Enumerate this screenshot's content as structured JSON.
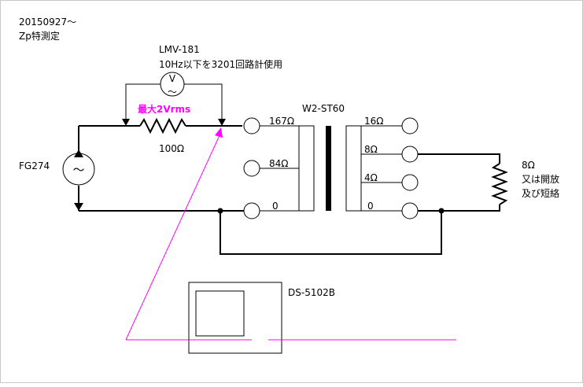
{
  "header": {
    "date": "20150927～",
    "title": "Zp特測定"
  },
  "meter": {
    "name": "LMV-181",
    "note": "10Hz以下を3201回路計使用",
    "symbol": "V",
    "wave": "～"
  },
  "resistor": {
    "value": "100Ω",
    "max_label": "最大2Vrms"
  },
  "generator": {
    "name": "FG274",
    "wave": "～"
  },
  "transformer": {
    "name": "W2-ST60",
    "primary_taps": [
      "167Ω",
      "84Ω",
      "0"
    ],
    "secondary_taps": [
      "16Ω",
      "8Ω",
      "4Ω",
      "0"
    ]
  },
  "load": {
    "value": "8Ω",
    "note_line1": "又は開放",
    "note_line2": "及び短絡"
  },
  "scope": {
    "name": "DS-5102B"
  },
  "colors": {
    "wire": "#000000",
    "probe": "#ff00ff",
    "transformer_fill": "#ffffff",
    "frame": "#c8c8c8"
  }
}
